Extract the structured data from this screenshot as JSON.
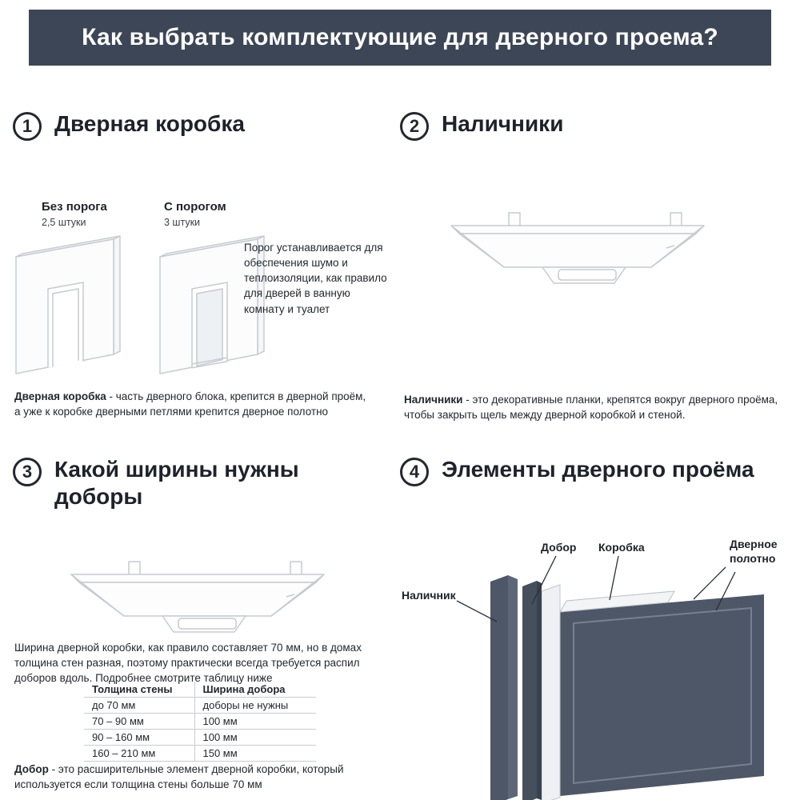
{
  "header": {
    "title": "Как выбрать комплектующие для дверного проема?"
  },
  "sections": {
    "s1": {
      "number": "1",
      "title": "Дверная коробка",
      "options": [
        {
          "label": "Без порога",
          "qty": "2,5 штуки"
        },
        {
          "label": "С порогом",
          "qty": "3 штуки"
        }
      ],
      "note": "Порог устанавливается для обеспечения шумо и теплоизоляции, как правило для дверей в ванную комнату и туалет",
      "desc_term": "Дверная коробка",
      "desc_rest": " - часть дверного блока, крепится в дверной проём, а уже к коробке дверными петлями крепится дверное полотно"
    },
    "s2": {
      "number": "2",
      "title": "Наличники",
      "desc_term": "Наличники",
      "desc_rest": " - это декоративные планки, крепятся вокруг дверного проёма, чтобы закрыть щель между дверной коробкой и стеной."
    },
    "s3": {
      "number": "3",
      "title": "Какой ширины нужны доборы",
      "intro": "Ширина дверной коробки, как правило составляет 70 мм, но в домах толщина стен разная, поэтому практически всегда требуется распил доборов вдоль. Подробнее смотрите таблицу ниже",
      "table": {
        "headers": [
          "Толщина стены",
          "Ширина добора"
        ],
        "rows": [
          [
            "до 70 мм",
            "доборы не нужны"
          ],
          [
            "70 – 90 мм",
            "100 мм"
          ],
          [
            "90 – 160 мм",
            "100 мм"
          ],
          [
            "160 – 210 мм",
            "150 мм"
          ]
        ]
      },
      "desc_term": "Добор",
      "desc_rest": " - это расширительные элемент дверной коробки, который используется если толщина стены больше 70 мм"
    },
    "s4": {
      "number": "4",
      "title": "Элементы дверного проёма",
      "labels": {
        "nalichnik": "Наличник",
        "dobor": "Добор",
        "korobka": "Коробка",
        "polotno": "Дверное полотно"
      }
    }
  },
  "colors": {
    "header_bg": "#3d4656",
    "dark_slate": "#4d5767",
    "outline": "#c6cbd1"
  }
}
